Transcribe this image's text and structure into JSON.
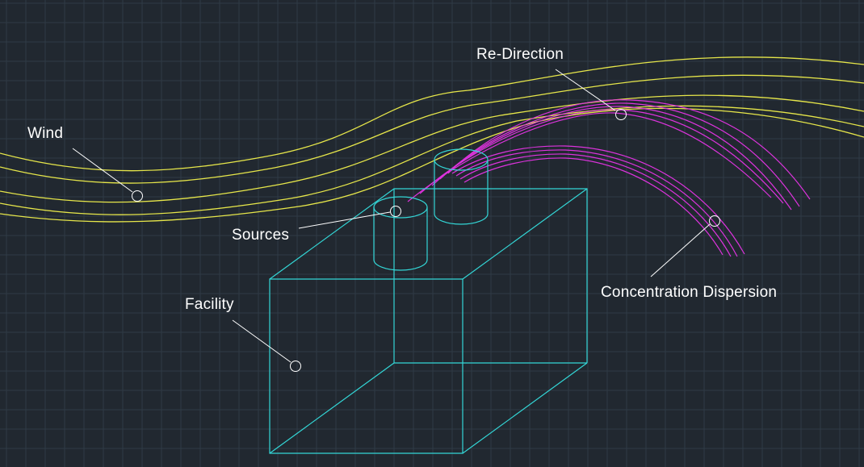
{
  "colors": {
    "background": "#212830",
    "grid": "#2f3a46",
    "wind": "#e6e64a",
    "dispersion": "#dd33dd",
    "facility": "#33d6d6",
    "leader": "#ffffff"
  },
  "labels": {
    "wind": "Wind",
    "re_direction": "Re-Direction",
    "sources": "Sources",
    "facility": "Facility",
    "concentration_dispersion": "Concentration Dispersion"
  }
}
